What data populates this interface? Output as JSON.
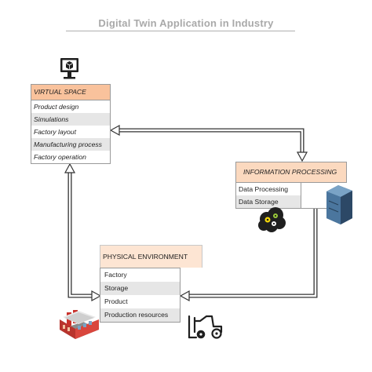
{
  "title": "Digital Twin  Application in Industry",
  "virtual_space": {
    "header": "VIRTUAL SPACE",
    "items": [
      "Product design",
      "Simulations",
      "Factory layout",
      "Manufacturing process",
      "Factory operation"
    ]
  },
  "information_processing": {
    "header": "INFORMATION PROCESSING",
    "items": [
      "Data Processing",
      "Data Storage"
    ]
  },
  "physical_environment": {
    "header": "PHYSICAL ENVIRONMENT",
    "items": [
      "Factory",
      "Storage",
      "Product",
      "Production resources"
    ]
  },
  "icons": {
    "computer": "computer-monitor-icon",
    "server": "server-icon",
    "cloud": "cloud-gears-icon",
    "factory": "factory-icon",
    "forklift": "forklift-icon"
  },
  "colors": {
    "virtual_header": "#f9c29c",
    "info_header": "#fbd9bf",
    "physical_header": "#fde5d3",
    "row_shade": "#e6e6e6",
    "factory_red": "#c9312b"
  }
}
